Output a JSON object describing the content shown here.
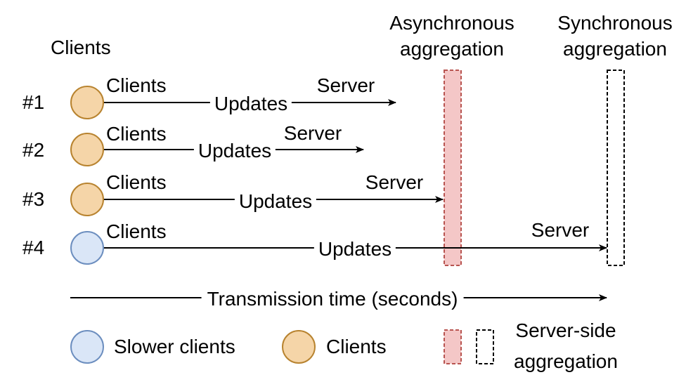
{
  "header": {
    "clients_title": "Clients",
    "async_title_line1": "Asynchronous",
    "async_title_line2": "aggregation",
    "sync_title_line1": "Synchronous",
    "sync_title_line2": "aggregation"
  },
  "rows": [
    {
      "id": "#1",
      "client_label": "Clients",
      "edge_label": "Updates",
      "server_label": "Server",
      "client_type": "regular"
    },
    {
      "id": "#2",
      "client_label": "Clients",
      "edge_label": "Updates",
      "server_label": "Server",
      "client_type": "regular"
    },
    {
      "id": "#3",
      "client_label": "Clients",
      "edge_label": "Updates",
      "server_label": "Server",
      "client_type": "regular"
    },
    {
      "id": "#4",
      "client_label": "Clients",
      "edge_label": "Updates",
      "server_label": "Server",
      "client_type": "slower"
    }
  ],
  "timeline": {
    "label": "Transmission time (seconds)"
  },
  "legend": {
    "slower_clients": "Slower clients",
    "clients": "Clients",
    "aggregation_line1": "Server-side",
    "aggregation_line2": "aggregation"
  },
  "colors": {
    "client_fill": "#f5d5a8",
    "client_stroke": "#b8832f",
    "slower_fill": "#dae6f7",
    "slower_stroke": "#6c8ebf",
    "async_fill": "#f4c7c7",
    "async_stroke": "#b85450",
    "sync_stroke": "#000000",
    "line": "#000000"
  }
}
